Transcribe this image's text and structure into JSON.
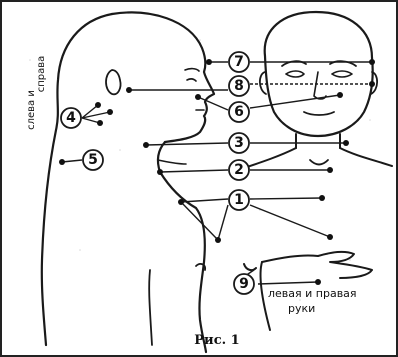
{
  "figure": {
    "caption": "Рис. 1",
    "side_label_top": "справа",
    "side_label_bottom": "слева и",
    "hands_label_line1": "левая и правая",
    "hands_label_line2": "руки"
  },
  "markers": [
    {
      "id": "marker-1",
      "label": "1"
    },
    {
      "id": "marker-2",
      "label": "2"
    },
    {
      "id": "marker-3",
      "label": "3"
    },
    {
      "id": "marker-4",
      "label": "4"
    },
    {
      "id": "marker-5",
      "label": "5"
    },
    {
      "id": "marker-6",
      "label": "6"
    },
    {
      "id": "marker-7",
      "label": "7"
    },
    {
      "id": "marker-8",
      "label": "8"
    },
    {
      "id": "marker-9",
      "label": "9"
    }
  ]
}
